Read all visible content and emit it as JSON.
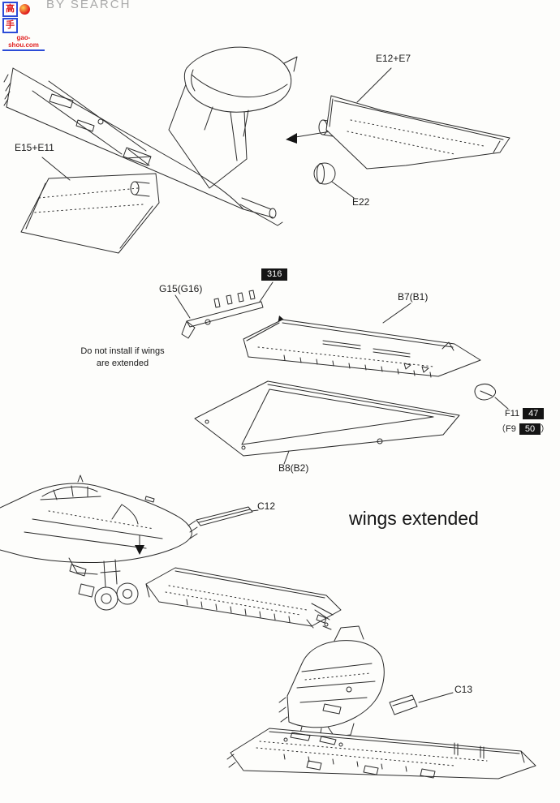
{
  "page": {
    "header_text": "BY SEARCH"
  },
  "watermark": {
    "char_top": "高",
    "char_bottom": "手",
    "site": "gao-shou.com"
  },
  "step_top": {
    "label_e15_e11": "E15+E11",
    "label_e12_e7": "E12+E7",
    "label_e22": "E22"
  },
  "step_mid": {
    "badge_316": "316",
    "label_g15": "G15(G16)",
    "label_b7": "B7(B1)",
    "label_b8": "B8(B2)",
    "note_line1": "Do not install if wings",
    "note_line2": "are extended",
    "label_f11": "F11",
    "badge_47": "47",
    "label_f9_open": "（F9",
    "badge_50": "50",
    "label_f9_close": "）"
  },
  "step_wings": {
    "label_c12": "C12",
    "title": "wings extended"
  },
  "step_bottom": {
    "label_c13": "C13"
  }
}
